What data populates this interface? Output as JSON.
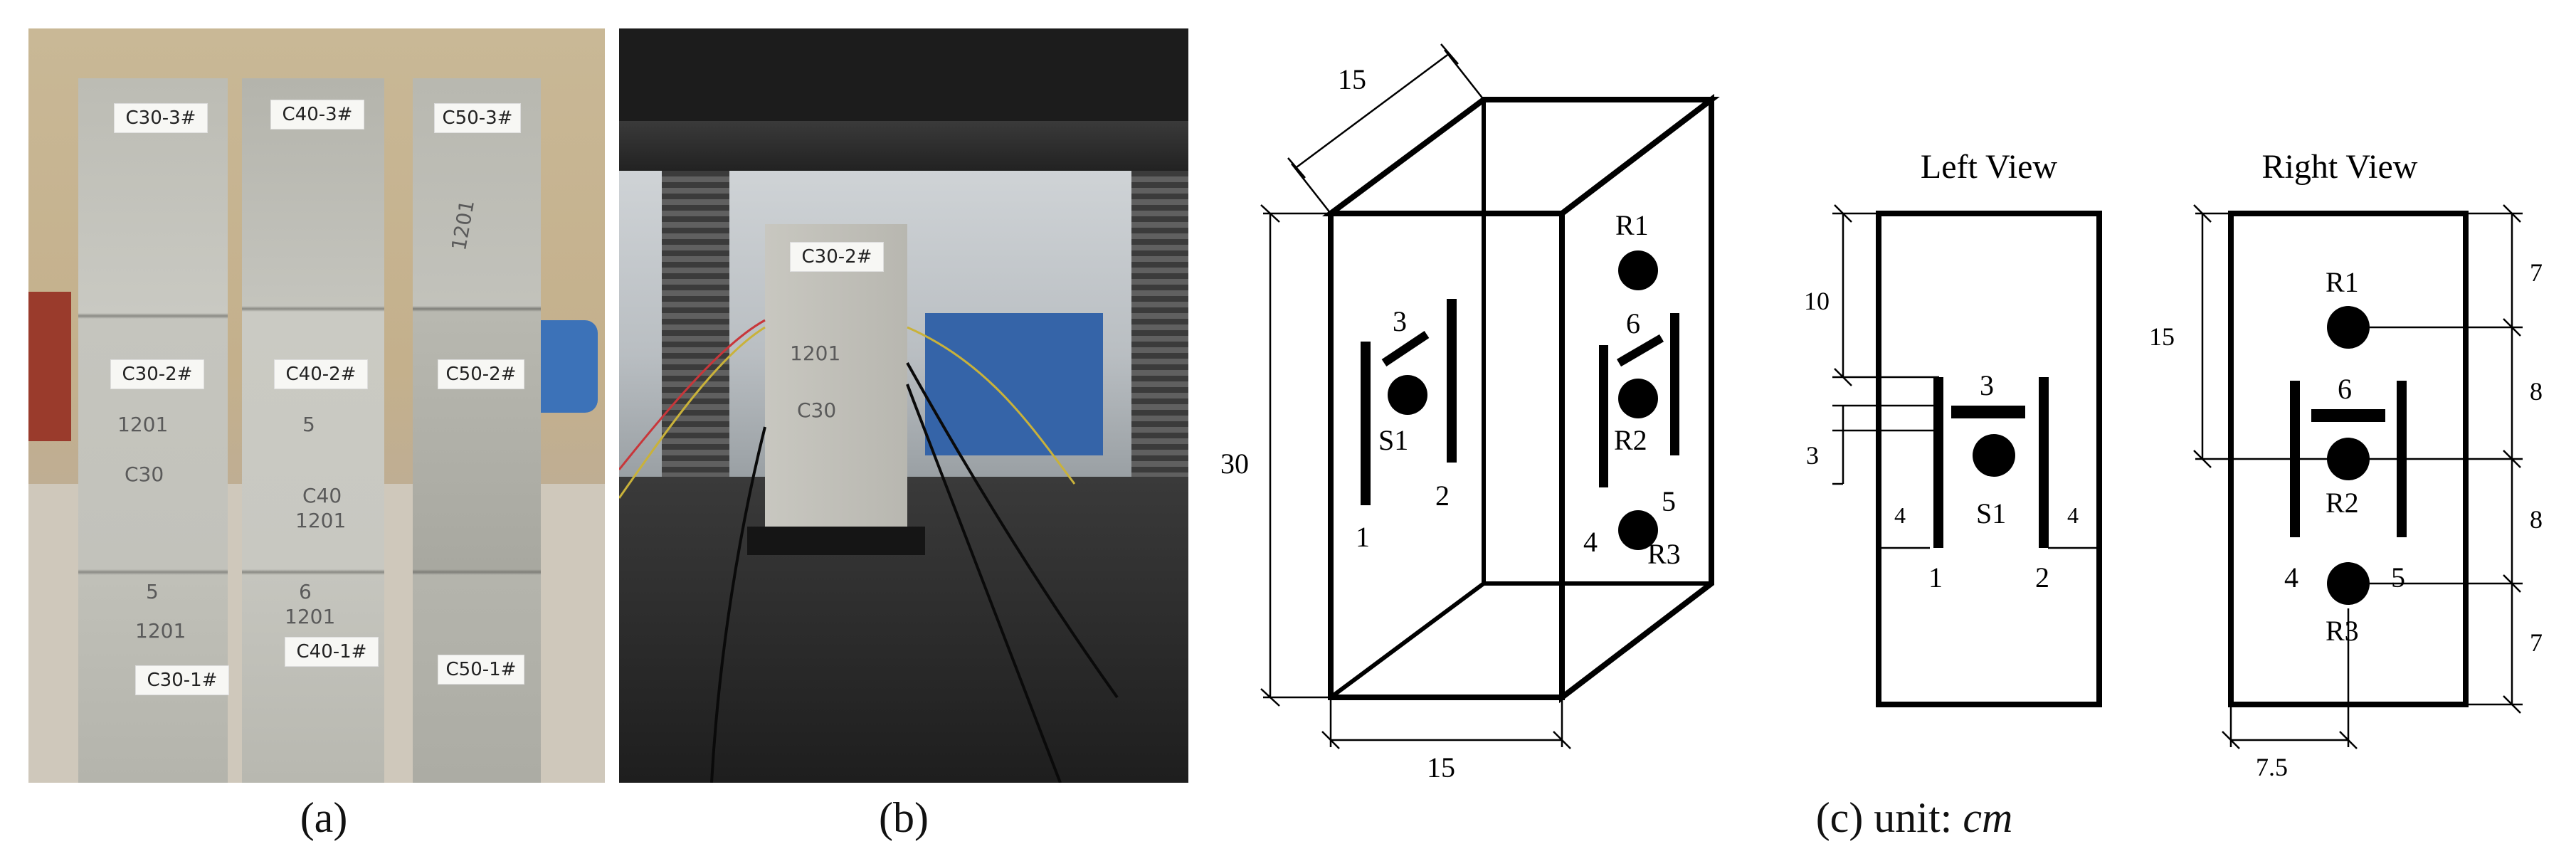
{
  "photo_a": {
    "specimen_labels": [
      "C30-3#",
      "C40-3#",
      "C50-3#",
      "C30-2#",
      "C40-2#",
      "C50-2#",
      "C30-1#",
      "C40-1#",
      "C50-1#"
    ],
    "markings": [
      "1201",
      "1201",
      "C30",
      "5",
      "C40",
      "1201",
      "5",
      "1201",
      "6",
      "1201"
    ]
  },
  "photo_b": {
    "specimen_label": "C30-2#",
    "markings": [
      "1201",
      "C30"
    ]
  },
  "captions": {
    "a": "(a)",
    "b": "(b)",
    "c_prefix": "(c) unit: ",
    "c_unit": "cm"
  },
  "diagram_3d": {
    "dims": {
      "depth": "15",
      "height": "30",
      "width": "15"
    },
    "left_face_labels": {
      "s1": "S1",
      "g1": "1",
      "g2": "2",
      "g3": "3"
    },
    "right_face_labels": {
      "r1": "R1",
      "r2": "R2",
      "r3": "R3",
      "g4": "4",
      "g5": "5",
      "g6": "6"
    }
  },
  "left_view": {
    "title": "Left View",
    "dims": {
      "top": "10",
      "gauge_width": "3",
      "left_gap": "4",
      "right_gap": "4"
    },
    "labels": {
      "s1": "S1",
      "g1": "1",
      "g2": "2",
      "g3": "3"
    }
  },
  "right_view": {
    "title": "Right View",
    "dims": {
      "left_height": "15",
      "right_top": "7",
      "right_mid1": "8",
      "right_mid2": "8",
      "right_bottom": "7",
      "bottom": "7.5"
    },
    "labels": {
      "r1": "R1",
      "r2": "R2",
      "r3": "R3",
      "g4": "4",
      "g5": "5",
      "g6": "6"
    }
  }
}
